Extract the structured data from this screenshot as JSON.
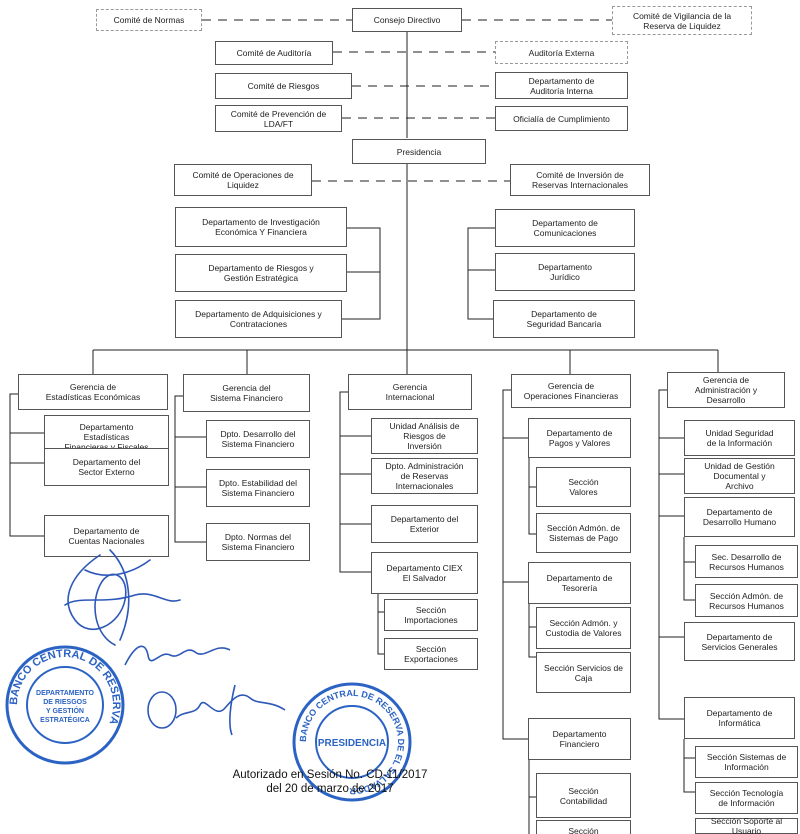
{
  "boxes": {
    "comite_normas": "Comité de Normas",
    "consejo_directivo": "Consejo Directivo",
    "comite_vigilancia": "Comité de Vigilancia de la\nReserva de Liquidez",
    "comite_auditoria": "Comité de Auditoría",
    "auditoria_externa": "Auditoría Externa",
    "comite_riesgos": "Comité de Riesgos",
    "depto_auditoria_interna": "Departamento de\nAuditoría Interna",
    "comite_prevencion": "Comité de Prevención de\nLDA/FT",
    "oficialia_cumplimiento": "Oficialía de Cumplimiento",
    "presidencia": "Presidencia",
    "comite_operaciones_liquidez": "Comité de Operaciones de\nLiquidez",
    "comite_inversion_reservas": "Comité de Inversión de\nReservas Internacionales",
    "depto_investigacion": "Departamento de Investigación\nEconómica Y Financiera",
    "depto_riesgos_gestion": "Departamento de Riesgos y\nGestión Estratégica",
    "depto_adquisiciones": "Departamento de Adquisiciones y\nContrataciones",
    "depto_comunicaciones": "Departamento de\nComunicaciones",
    "depto_juridico": "Departamento\nJurídico",
    "depto_seguridad_bancaria": "Departamento de\nSeguridad Bancaria",
    "gerencia_estadisticas": "Gerencia de\nEstadísticas Económicas",
    "depto_estadisticas_fiscales": "Departamento\nEstadísticas\nFinancieras y Fiscales",
    "depto_sector_externo": "Departamento del\nSector Externo",
    "depto_cuentas_nacionales": "Departamento de\nCuentas Nacionales",
    "gerencia_sistema_financiero": "Gerencia del\nSistema Financiero",
    "dpto_desarrollo_sf": "Dpto. Desarrollo del\nSistema Financiero",
    "dpto_estabilidad_sf": "Dpto. Estabilidad del\nSistema Financiero",
    "dpto_normas_sf": "Dpto. Normas del\nSistema Financiero",
    "gerencia_internacional": "Gerencia\nInternacional",
    "unidad_analisis_riesgos": "Unidad Análisis de\nRiesgos de\nInversión",
    "dpto_admin_reservas": "Dpto. Administración\nde Reservas\nInternacionales",
    "depto_exterior": "Departamento del\nExterior",
    "depto_ciex": "Departamento CIEX\nEl Salvador",
    "seccion_importaciones": "Sección\nImportaciones",
    "seccion_exportaciones": "Sección\nExportaciones",
    "gerencia_operaciones_financieras": "Gerencia de\nOperaciones Financieras",
    "depto_pagos_valores": "Departamento de\nPagos y Valores",
    "seccion_valores": "Sección\nValores",
    "seccion_admon_sistemas_pago": "Sección Admón. de\nSistemas de Pago",
    "depto_tesoreria": "Departamento de\nTesorería",
    "seccion_admon_custodia": "Sección Admón. y\nCustodia de Valores",
    "seccion_servicios_caja": "Sección Servicios de\nCaja",
    "depto_financiero": "Departamento\nFinanciero",
    "seccion_contabilidad": "Sección\nContabilidad",
    "seccion_programacion": "Sección\nProgramación y\nAnálisis Financiero",
    "gerencia_administracion": "Gerencia de\nAdministración y\nDesarrollo",
    "unidad_seguridad_info": "Unidad Seguridad\nde la Información",
    "unidad_gestion_documental": "Unidad de Gestión\nDocumental y\nArchivo",
    "depto_desarrollo_humano": "Departamento de\nDesarrollo Humano",
    "sec_desarrollo_rrhh": "Sec. Desarrollo de\nRecursos Humanos",
    "seccion_admon_rrhh": "Sección Admón. de\nRecursos Humanos",
    "depto_servicios_generales": "Departamento de\nServicios Generales",
    "depto_informatica": "Departamento de\nInformática",
    "seccion_sistemas_info": "Sección Sistemas de\nInformación",
    "seccion_tecnologia_info": "Sección Tecnología\nde Información",
    "seccion_soporte_usuario": "Sección Soporte al\nUsuario"
  },
  "stamps": {
    "dept_stamp_ring": "BANCO CENTRAL DE RESERVA",
    "dept_stamp_center": "DEPARTAMENTO\nDE RIESGOS\nY GESTIÓN\nESTRATÉGICA",
    "pres_stamp_ring": "BANCO CENTRAL DE RESERVA DE EL SALVADOR",
    "pres_stamp_center": "PRESIDENCIA"
  },
  "footer": {
    "line1": "Autorizado en Sesión No. CD-11/2017",
    "line2": "del 20 de marzo de 2017"
  },
  "colors": {
    "stamp_blue": "#2b63c4",
    "signature_blue": "#2d58b8",
    "line": "#222222"
  }
}
